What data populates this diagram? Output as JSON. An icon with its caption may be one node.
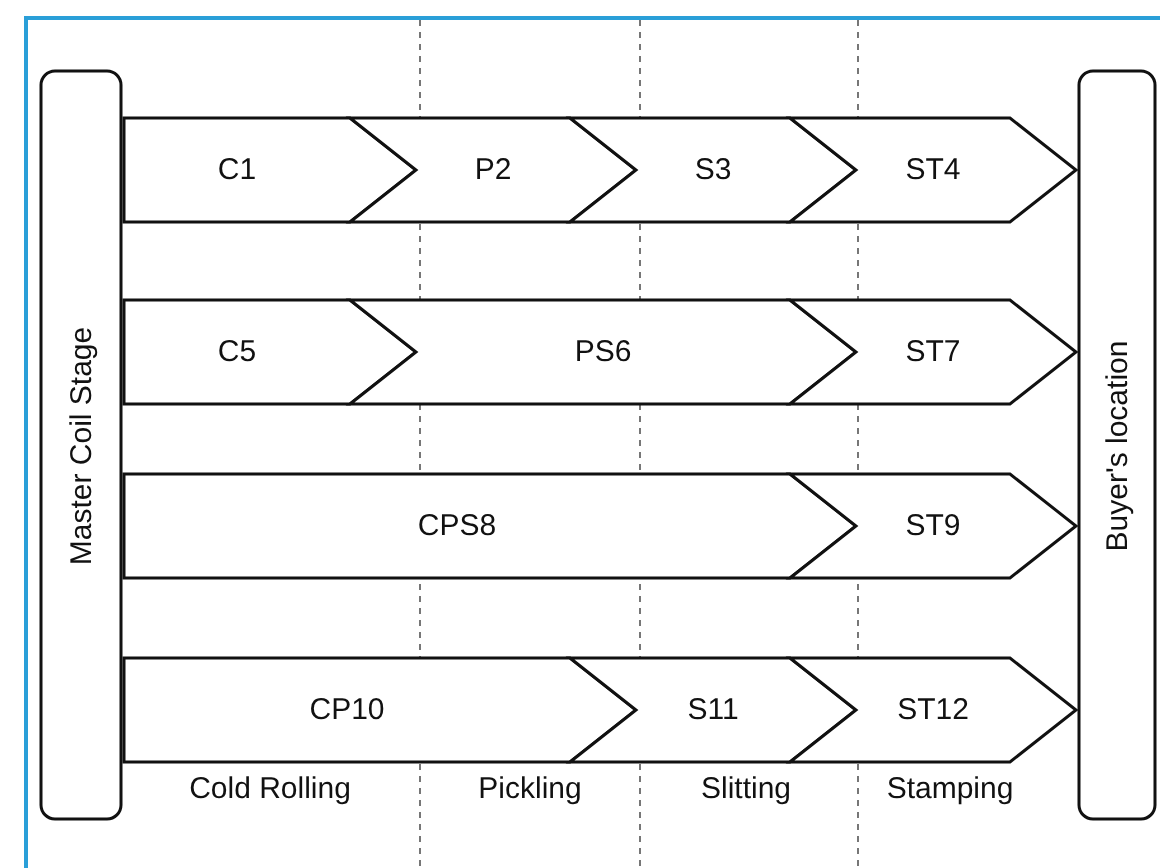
{
  "diagram": {
    "nodes": [
      {
        "text": [
          "Master Coil Stage"
        ]
      },
      {
        "text": [
          "C1"
        ]
      },
      {
        "text": [
          "P2"
        ]
      },
      {
        "text": [
          "S3"
        ]
      },
      {
        "text": [
          "ST4"
        ]
      },
      {
        "text": [
          "C5"
        ]
      },
      {
        "text": [
          "PS6"
        ]
      },
      {
        "text": [
          "ST7"
        ]
      },
      {
        "text": [
          "CPS8"
        ]
      },
      {
        "text": [
          "ST9"
        ]
      },
      {
        "text": [
          "CP10"
        ]
      },
      {
        "text": [
          "S11"
        ]
      },
      {
        "text": [
          "ST12"
        ]
      },
      {
        "text": [
          "Buyer's location"
        ]
      }
    ],
    "labels": [
      "Cold Rolling",
      "Pickling",
      "Slitting",
      "Stamping"
    ]
  }
}
